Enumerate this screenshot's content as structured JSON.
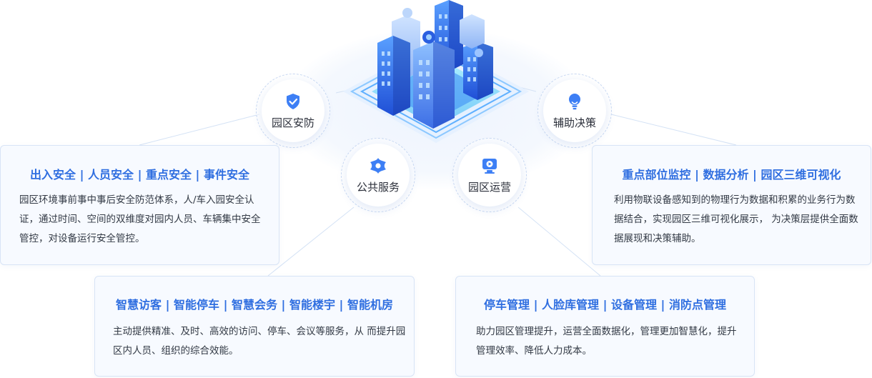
{
  "nodes": {
    "security": {
      "label": "园区安防",
      "icon": "shield-check-icon"
    },
    "public_service": {
      "label": "公共服务",
      "icon": "service-badge-icon"
    },
    "operations": {
      "label": "园区运营",
      "icon": "monitor-play-icon"
    },
    "decision": {
      "label": "辅助决策",
      "icon": "lightbulb-icon"
    }
  },
  "cards": {
    "security": {
      "title": "出入安全 | 人员安全 | 重点安全 | 事件安全",
      "body": "园区环境事前事中事后安全防范体系，人/车入园安全认证，通过时间、空间的双维度对园内人员、车辆集中安全管控，对设备运行安全管控。"
    },
    "decision": {
      "title": "重点部位监控 | 数据分析 | 园区三维可视化",
      "body": "利用物联设备感知到的物理行为数据和积累的业务行为数据结合，实现园区三维可视化展示， 为决策层提供全面数据展现和决策辅助。"
    },
    "public_service": {
      "title": "智慧访客 | 智能停车 | 智慧会务 | 智能楼宇 | 智能机房",
      "body": "主动提供精准、及时、高效的访问、停车、会议等服务，从 而提升园区内人员、组织的综合效能。"
    },
    "operations": {
      "title": "停车管理 | 人脸库管理 | 设备管理 | 消防点管理",
      "body": "助力园区管理提升，运营全面数据化，管理更加智慧化，提升管理效率、降低人力成本。"
    }
  },
  "colors": {
    "accent": "#2f6ee0",
    "card_bg": "#f7faff",
    "card_border": "#d8e4f6",
    "icon_blue": "#3d7ff5"
  }
}
